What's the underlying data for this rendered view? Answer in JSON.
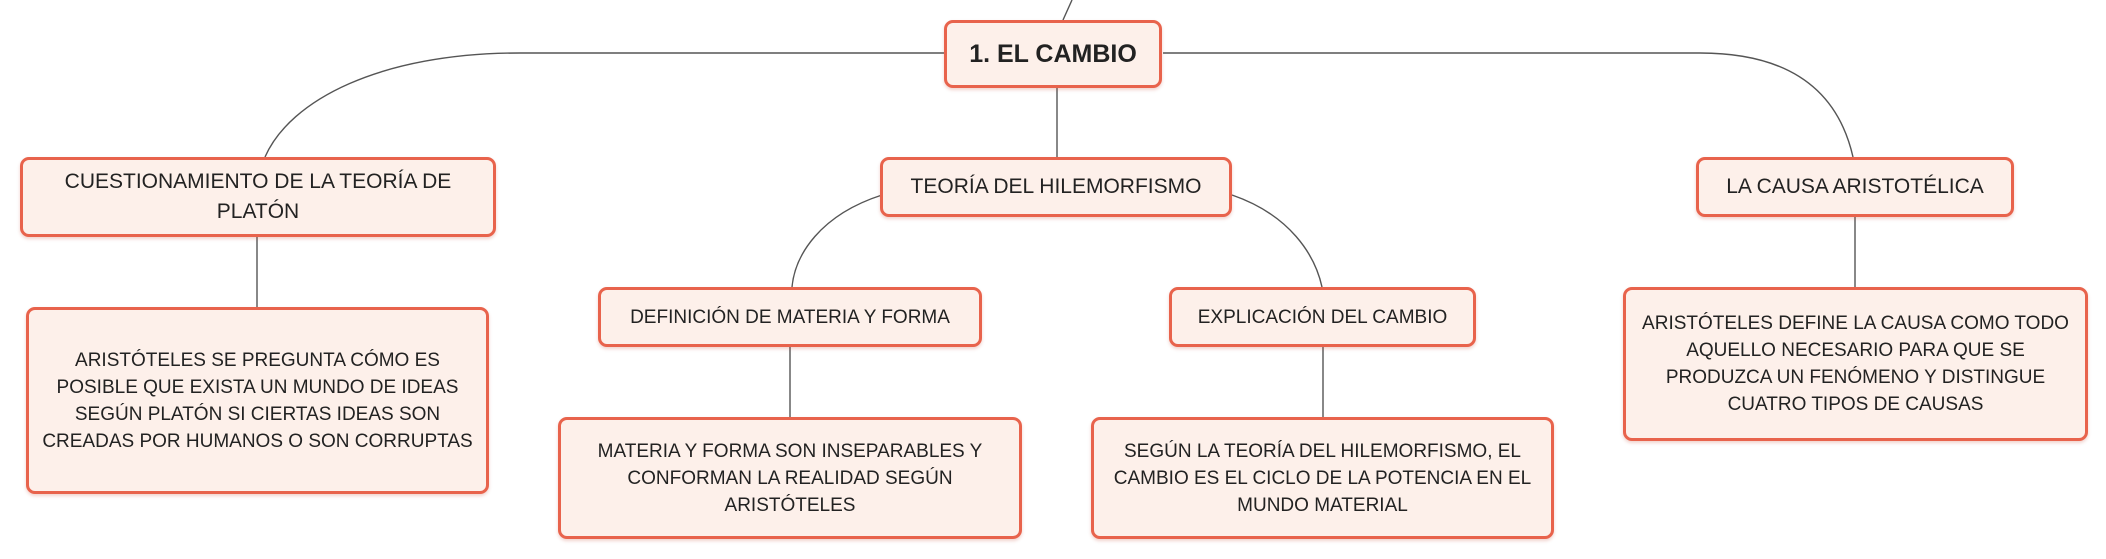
{
  "diagram": {
    "root": {
      "label": "1. EL CAMBIO"
    },
    "branches": [
      {
        "label": "CUESTIONAMIENTO DE LA TEORÍA DE PLATÓN",
        "detail": "ARISTÓTELES SE PREGUNTA CÓMO ES POSIBLE QUE EXISTA UN MUNDO DE IDEAS SEGÚN PLATÓN SI CIERTAS IDEAS SON CREADAS POR HUMANOS O SON CORRUPTAS"
      },
      {
        "label": "TEORÍA DEL HILEMORFISMO",
        "children": [
          {
            "label": "DEFINICIÓN DE MATERIA Y FORMA",
            "detail": "MATERIA Y FORMA SON INSEPARABLES Y CONFORMAN LA REALIDAD SEGÚN ARISTÓTELES"
          },
          {
            "label": "EXPLICACIÓN DEL CAMBIO",
            "detail": "SEGÚN LA TEORÍA DEL HILEMORFISMO, EL CAMBIO ES EL CICLO DE LA POTENCIA EN EL MUNDO MATERIAL"
          }
        ]
      },
      {
        "label": "LA CAUSA ARISTOTÉLICA",
        "detail": "ARISTÓTELES DEFINE LA CAUSA COMO TODO AQUELLO NECESARIO PARA QUE SE PRODUZCA UN FENÓMENO Y DISTINGUE CUATRO TIPOS DE CAUSAS"
      }
    ]
  },
  "colors": {
    "node_fill": "#fdf0ea",
    "node_border": "#e8634c",
    "connector": "#555555",
    "text": "#222222"
  }
}
